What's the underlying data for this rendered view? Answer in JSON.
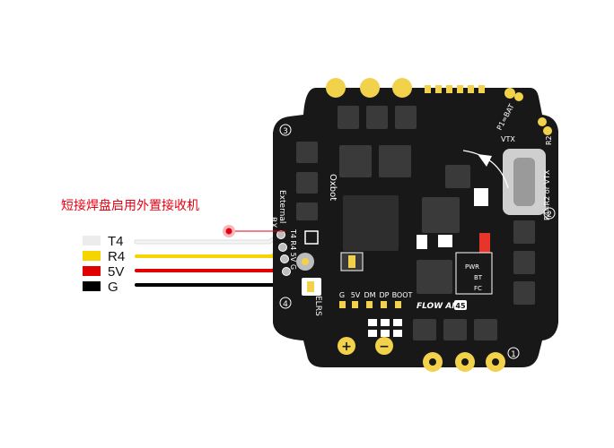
{
  "callout": {
    "text": "短接焊盘启用外置接收机",
    "color": "#e60012"
  },
  "wires": [
    {
      "label": "T4",
      "color": "#f2f2f2",
      "stroke": "#d9d9d9"
    },
    {
      "label": "R4",
      "color": "#f5d400",
      "stroke": "#e0c000"
    },
    {
      "label": "5V",
      "color": "#e00000",
      "stroke": "#c00000"
    },
    {
      "label": "G",
      "color": "#000000",
      "stroke": "#000000"
    }
  ],
  "board": {
    "color": "#181818",
    "pad_color": "#f2d24a",
    "silkscreen": {
      "name": "FLOW AIO",
      "name_badge": "45",
      "external": "External",
      "rx": "RX",
      "oxbot": "Oxbot",
      "elrs": "ELRS",
      "pin_row": "T4 R4 5V G",
      "bottom_pads": [
        "G",
        "5V",
        "DM",
        "DP",
        "BOOT"
      ],
      "leds": [
        "PWR",
        "BT",
        "FC"
      ],
      "p1_bat": "P1=BAT",
      "vtx": "VTX",
      "r2": "R2",
      "p4": "P4=R2 or VTX",
      "motor_numbers": [
        "1",
        "2",
        "3",
        "4"
      ],
      "plus": "+",
      "minus": "−"
    }
  }
}
